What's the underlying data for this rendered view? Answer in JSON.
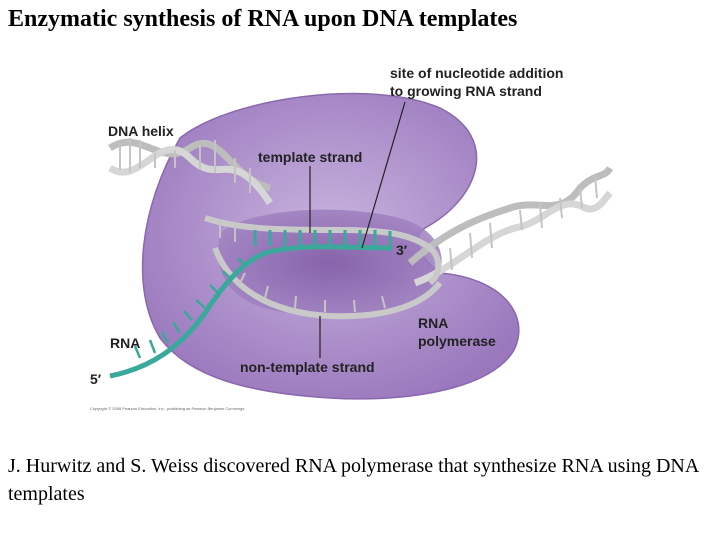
{
  "slide": {
    "title": "Enzymatic synthesis of RNA upon DNA templates",
    "caption": "J. Hurwitz and S. Weiss discovered RNA polymerase that synthesize RNA using DNA templates"
  },
  "figure": {
    "labels": {
      "site_line1": "site of nucleotide addition",
      "site_line2": "to growing RNA strand",
      "dna_helix": "DNA helix",
      "template_strand": "template strand",
      "three_prime": "3′",
      "rna_polymerase_line1": "RNA",
      "rna_polymerase_line2": "polymerase",
      "rna": "RNA",
      "five_prime": "5′",
      "non_template_strand": "non-template strand"
    },
    "copyright": "Copyright © 2008 Pearson Education, Inc., publishing as Pearson Benjamin Cummings.",
    "colors": {
      "polymerase": "#a98bc6",
      "polymerase_inner": "#8e6bb0",
      "dna": "#c8c8c8",
      "rna": "#3aa89a"
    }
  }
}
